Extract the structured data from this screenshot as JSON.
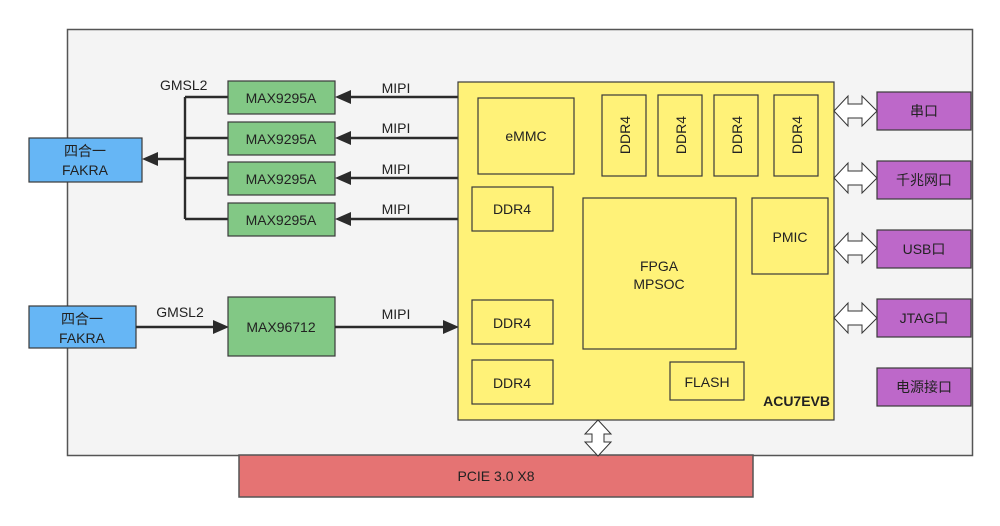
{
  "colors": {
    "board": "#f4f4f4",
    "connector": "#66b6f5",
    "serializer": "#82c885",
    "fpga_board": "#fff278",
    "interface": "#bd68c9",
    "pcie": "#e57373"
  },
  "connectors": [
    {
      "line1": "四合一",
      "line2": "FAKRA"
    },
    {
      "line1": "四合一",
      "line2": "FAKRA"
    }
  ],
  "serializers": [
    "MAX9295A",
    "MAX9295A",
    "MAX9295A",
    "MAX9295A"
  ],
  "deserializer": "MAX96712",
  "link_labels": {
    "gmsl_top": "GMSL2",
    "gmsl_bottom": "GMSL2",
    "mipi": [
      "MIPI",
      "MIPI",
      "MIPI",
      "MIPI",
      "MIPI"
    ]
  },
  "board": {
    "name": "ACU7EVB",
    "emmc": "eMMC",
    "ddr_vertical": [
      "DDR4",
      "DDR4",
      "DDR4",
      "DDR4"
    ],
    "ddr_left": [
      "DDR4",
      "DDR4",
      "DDR4"
    ],
    "fpga": {
      "line1": "FPGA",
      "line2": "MPSOC"
    },
    "pmic": "PMIC",
    "flash": "FLASH"
  },
  "interfaces": [
    "串口",
    "千兆网口",
    "USB口",
    "JTAG口",
    "电源接口"
  ],
  "pcie": "PCIE 3.0 X8"
}
